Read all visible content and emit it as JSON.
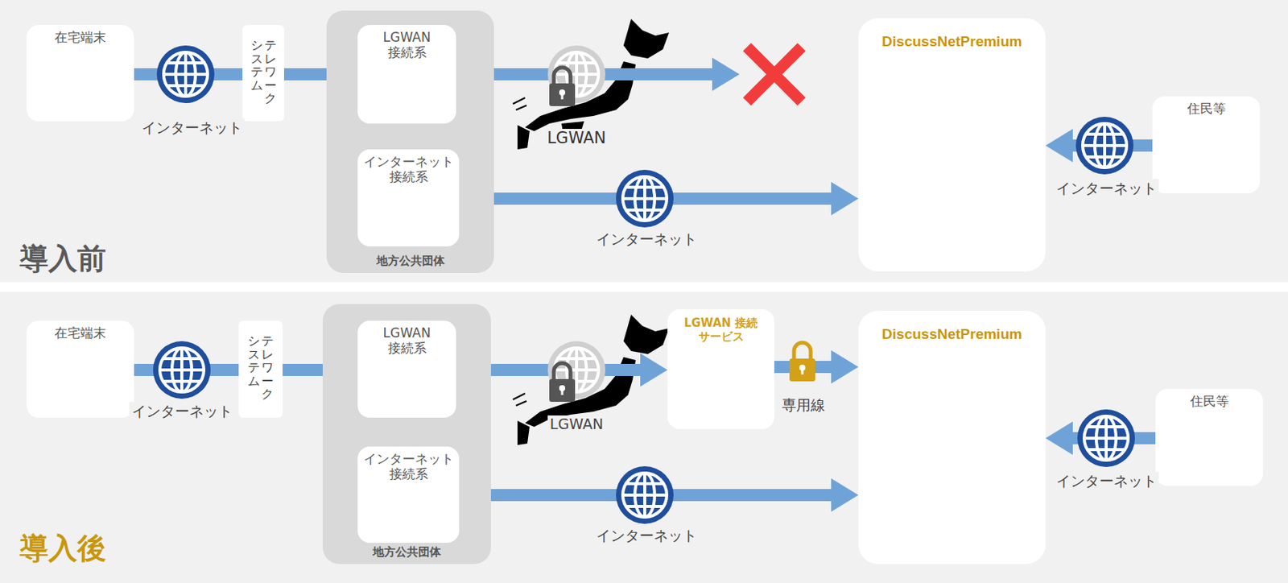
{
  "diagram": {
    "nodes": [
      {
        "text": [
          "在宅端末"
        ]
      },
      {
        "text": [
          "テレワーク システム"
        ]
      },
      {
        "text": [
          "地方公共団体"
        ]
      },
      {
        "text": [
          "LGWAN 接続系"
        ],
        "in": 2
      },
      {
        "text": [
          "インターネット 接続系"
        ],
        "in": 2
      },
      {
        "text": [
          "DiscussNetPremium"
        ]
      },
      {
        "text": [
          "住民等"
        ]
      },
      {
        "text": [
          "在宅端末"
        ]
      },
      {
        "text": [
          "テレワーク システム"
        ]
      },
      {
        "text": [
          "地方公共団体"
        ]
      },
      {
        "text": [
          "LGWAN 接続系"
        ],
        "in": 9
      },
      {
        "text": [
          "インターネット 接続系"
        ],
        "in": 9
      },
      {
        "text": [
          "LGWAN 接続サービス"
        ]
      },
      {
        "text": [
          "DiscussNetPremium"
        ]
      },
      {
        "text": [
          "住民等"
        ]
      }
    ],
    "edges": [
      {
        "from": 0,
        "to": 1,
        "arrow": "none",
        "label": "インターネット"
      },
      {
        "from": 1,
        "to": 3,
        "arrow": "to"
      },
      {
        "from": 4,
        "to": 5,
        "arrow": "to",
        "label": "インターネット"
      },
      {
        "from": 6,
        "to": 5,
        "arrow": "to",
        "label": "インターネット"
      },
      {
        "from": 7,
        "to": 8,
        "arrow": "none",
        "label": "インターネット"
      },
      {
        "from": 8,
        "to": 10,
        "arrow": "to"
      },
      {
        "from": 10,
        "to": 12,
        "arrow": "to",
        "label": "LGWAN"
      },
      {
        "from": 12,
        "to": 13,
        "arrow": "to",
        "label": "専用線"
      },
      {
        "from": 11,
        "to": 13,
        "arrow": "to",
        "label": "インターネット"
      },
      {
        "from": 14,
        "to": 13,
        "arrow": "to",
        "label": "インターネット"
      }
    ],
    "labels": [
      "導入前",
      "LGWAN",
      "導入後"
    ]
  }
}
